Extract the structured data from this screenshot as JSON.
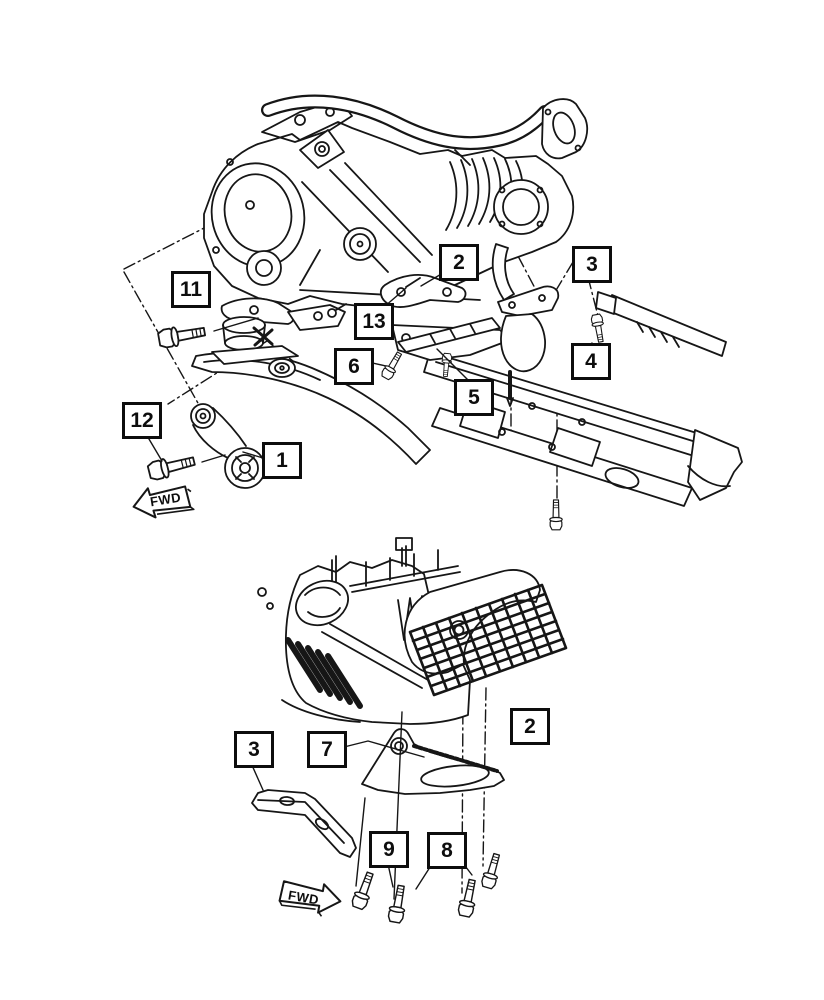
{
  "figure": {
    "background_color": "#ffffff",
    "ink_color": "#161616",
    "callout_border_color": "#0d0d0d"
  },
  "labels": {
    "fwd_top": "FWD",
    "fwd_bottom": "FWD"
  },
  "callouts": {
    "top": [
      {
        "id": "11",
        "label": "11"
      },
      {
        "id": "12",
        "label": "12"
      },
      {
        "id": "1",
        "label": "1"
      },
      {
        "id": "2",
        "label": "2"
      },
      {
        "id": "3",
        "label": "3"
      },
      {
        "id": "13",
        "label": "13"
      },
      {
        "id": "6",
        "label": "6"
      },
      {
        "id": "4",
        "label": "4"
      },
      {
        "id": "5",
        "label": "5"
      }
    ],
    "bottom": [
      {
        "id": "2",
        "label": "2"
      },
      {
        "id": "3",
        "label": "3"
      },
      {
        "id": "7",
        "label": "7"
      },
      {
        "id": "9",
        "label": "9"
      },
      {
        "id": "8",
        "label": "8"
      }
    ]
  }
}
